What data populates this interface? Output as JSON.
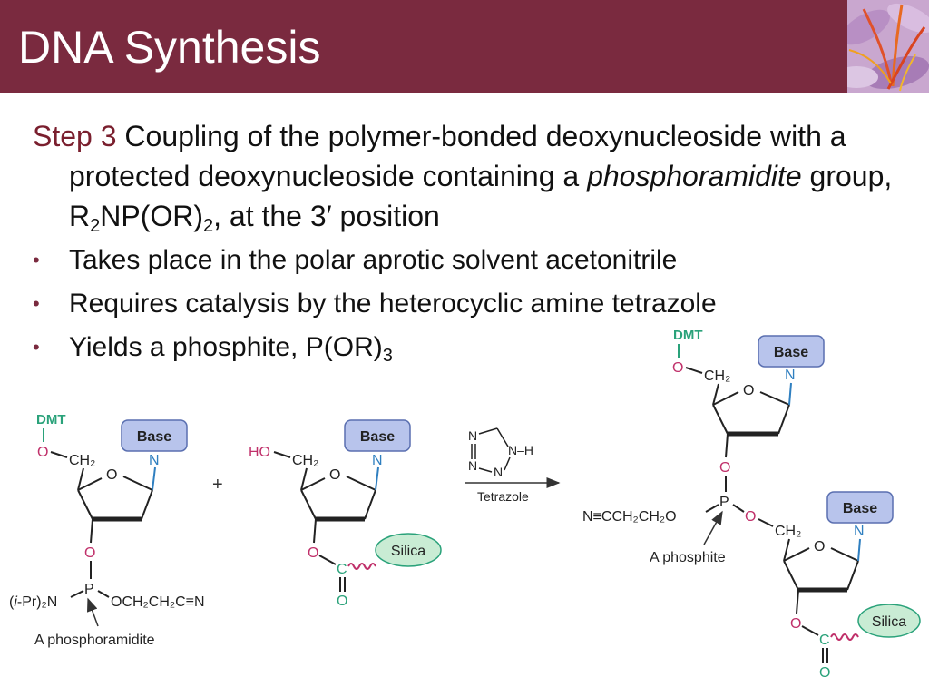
{
  "slide": {
    "title": "DNA Synthesis"
  },
  "step": {
    "label": "Step 3",
    "text_1": " Coupling of the polymer-bonded deoxynucleoside with a protected deoxynucleoside containing a ",
    "italic": "phosphoramidite",
    "text_2": " group, R",
    "sub_1": "2",
    "text_3": "NP(OR)",
    "sub_2": "2",
    "text_4": ", at the 3′ position"
  },
  "bullets": [
    {
      "text": "Takes place in the polar aprotic solvent acetonitrile",
      "sub": ""
    },
    {
      "text": "Requires catalysis by the heterocyclic amine tetrazole",
      "sub": ""
    },
    {
      "text": "Yields a phosphite, P(OR)",
      "sub": "3"
    }
  ],
  "scheme": {
    "colors": {
      "pink": "#c0306a",
      "teal": "#2aa27a",
      "blue": "#2f7fc0",
      "box": "#b8c4ec",
      "silica": "#c9ecd4"
    },
    "dmt": "DMT",
    "o": "O",
    "n": "N",
    "c": "C",
    "p": "P",
    "ho": "HO",
    "ch2": "CH₂",
    "base": "Base",
    "silica": "Silica",
    "plus": "+",
    "ipr_prefix": "(",
    "ipr_italic": "i",
    "ipr_rest": "-Pr)₂N",
    "cyanoethyl_right": "OCH₂CH₂C≡N",
    "cyanoethyl_left": "N≡CCH₂CH₂O",
    "phosphoramidite_label": "A phosphoramidite",
    "phosphite_label": "A phosphite",
    "tetrazole_label": "Tetrazole",
    "tetrazole_nh": "N–H"
  }
}
